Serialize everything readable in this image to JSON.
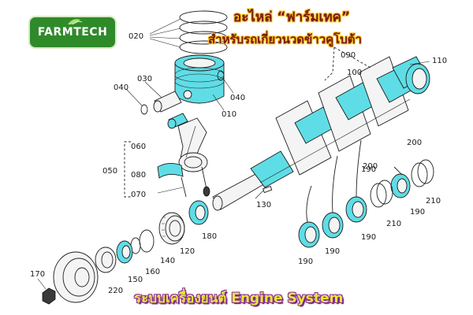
{
  "logo": {
    "text": "FARMTECH"
  },
  "header": {
    "title": "อะไหล่ “ฟาร์มเทค”",
    "subtitle": "สำหรับรถเกี่ยวนวดข้าวคูโบต้า"
  },
  "footer": {
    "title": "ระบบเครื่องยนต์  Engine System"
  },
  "colors": {
    "accent": "#5fdde6",
    "logo_green": "#2f8a2a",
    "title_text": "#7a1717",
    "title_outline": "#f5c21a",
    "footer_text": "#e8e63a",
    "footer_outline": "#8a2aa0"
  },
  "parts": {
    "p010": "010",
    "p020": "020",
    "p030": "030",
    "p040a": "040",
    "p040b": "040",
    "p050": "050",
    "p060": "060",
    "p070": "070",
    "p080": "080",
    "p090": "090",
    "p100": "100",
    "p110": "110",
    "p120": "120",
    "p130": "130",
    "p140": "140",
    "p150": "150",
    "p160": "160",
    "p170": "170",
    "p180": "180",
    "p190a": "190",
    "p190b": "190",
    "p190c": "190",
    "p190d": "190",
    "p190e": "190",
    "p200a": "200",
    "p200b": "200",
    "p210a": "210",
    "p210b": "210",
    "p220": "220"
  }
}
